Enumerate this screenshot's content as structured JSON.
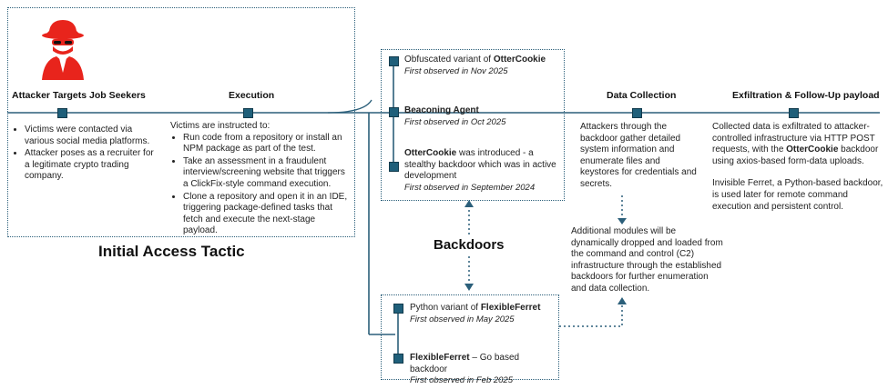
{
  "stages": {
    "attacker": {
      "title": "Attacker Targets Job Seekers",
      "bullets": [
        "Victims were contacted via various social media platforms.",
        "Attacker poses as a recruiter for a legitimate crypto trading company."
      ]
    },
    "execution": {
      "title": "Execution",
      "intro": "Victims are instructed to:",
      "bullets": [
        "Run code from a repository or install an NPM package as part of the test.",
        "Take an assessment in a fraudulent interview/screening website that triggers a ClickFix-style command execution.",
        "Clone a repository and open it in an IDE, triggering package-defined tasks that fetch and execute the next-stage payload."
      ]
    },
    "initial_access_label": "Initial Access Tactic",
    "backdoors_label": "Backdoors",
    "backdoors_top": [
      {
        "pre": "Obfuscated variant of ",
        "bold": "OtterCookie",
        "post": "",
        "observed": "First observed in Nov 2025"
      },
      {
        "pre": "",
        "bold": "Beaconing Agent",
        "post": "",
        "observed": "First observed in Oct 2025"
      },
      {
        "pre": "",
        "bold": "OtterCookie",
        "post": " was introduced - a stealthy backdoor which was in active development",
        "observed": "First observed in September 2024"
      }
    ],
    "backdoors_bottom": [
      {
        "pre": "Python variant of ",
        "bold": "FlexibleFerret",
        "post": "",
        "observed": "First observed in May 2025"
      },
      {
        "pre": "",
        "bold": "FlexibleFerret",
        "post": " – Go based backdoor",
        "observed": "First observed in Feb 2025"
      }
    ],
    "data_collection": {
      "title": "Data Collection",
      "text": "Attackers through the backdoor gather detailed system information and enumerate files and keystores for credentials and secrets.",
      "additional": "Additional modules will be dynamically dropped and loaded from the command and control (C2) infrastructure through the established backdoors for further enumeration and data collection."
    },
    "exfiltration": {
      "title": "Exfiltration & Follow-Up payload",
      "p1_pre": "Collected data is exfiltrated to attacker-controlled infrastructure via HTTP POST requests, with the ",
      "p1_bold": "OtterCookie",
      "p1_post": " backdoor using axios-based form-data uploads.",
      "p2": "Invisible Ferret, a Python-based backdoor, is used later for remote command execution and persistent control."
    }
  },
  "colors": {
    "line": "#2b5f7a",
    "node": "#1f5f7a",
    "hacker_red": "#e8241c"
  },
  "icons": {
    "attacker": "hacker-icon"
  }
}
